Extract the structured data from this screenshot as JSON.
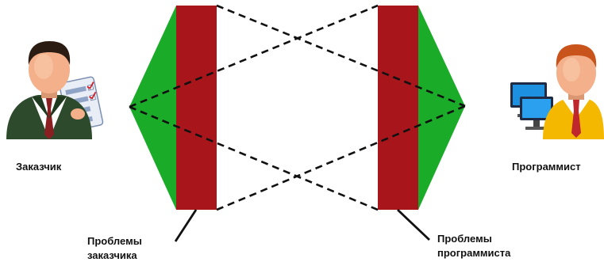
{
  "actors": {
    "customer": {
      "label": "Заказчик",
      "icon": "customer-businessman-icon"
    },
    "programmer": {
      "label": "Программист",
      "icon": "programmer-with-monitors-icon"
    }
  },
  "callouts": {
    "customer_problems": {
      "line1": "Проблемы",
      "line2": "заказчика"
    },
    "programmer_problems": {
      "line1": "Проблемы",
      "line2": "программиста"
    }
  },
  "colors": {
    "green": "#1aab28",
    "red": "#a8161c",
    "line": "#111111"
  }
}
